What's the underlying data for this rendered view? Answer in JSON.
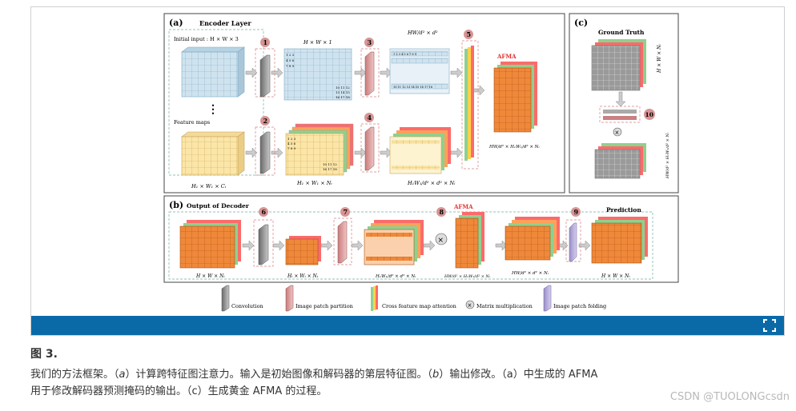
{
  "figure": {
    "panel_a": {
      "tag": "(a)",
      "title": "Encoder Layer",
      "initial_input": "Initial input : H × W × 3",
      "ellipsis": "⋮",
      "feature_maps": "Feature maps",
      "bottom_dim_left": "H₁ × W₁ × Cᵢ",
      "top_mid_dim": "H × W × 1",
      "mid_dim": "H₁ × W₁ × Nᵢ",
      "patch_dim_top": "HW/d² × d²",
      "patch_dim_bottom": "H₁W₁/d² × d² × Nᵢ",
      "afma_label": "AFMA",
      "afma_dim": "HW/d² × H₁W₁/d² × Nᵢ",
      "steps": [
        "1",
        "2",
        "3",
        "4",
        "5"
      ]
    },
    "panel_b": {
      "tag": "(b)",
      "title": "Output of Decoder",
      "left_dim": "H × W × Nᵢ",
      "mid_dim": "Hᵢ × Wᵢ × Nᵢ",
      "patch_dim": "H₁W₁/d² × d² × Nᵢ",
      "afma_label": "AFMA",
      "afma_dim": "HW/d² × H₁W₁/d² × Nᵢ",
      "out_dim": "HW/d² × d² × Nᵢ",
      "prediction": "Prediction",
      "pred_dim": "H × W × Nᵢ",
      "steps": [
        "6",
        "7",
        "8",
        "9"
      ]
    },
    "panel_c": {
      "tag": "(c)",
      "title": "Ground Truth",
      "gt_dim": "H × W × Nᵢ",
      "step": "10",
      "side_dim": "HW/d² × H₁W₁/d² × Nᵢ"
    },
    "legend": {
      "convolution": "Convolution",
      "image_patch_partition": "Image patch partition",
      "cross_feature_map_attention": "Cross feature map attention",
      "matrix_multiplication": "Matrix multiplication",
      "image_patch_folding": "Image patch folding"
    }
  },
  "caption": {
    "label": "图 3.",
    "line1_a": "我们的方法框架。（",
    "line1_b": "a",
    "line1_c": "）计算跨特征图注意力。输入是初始图像和解码器的第层特征图。（",
    "line1_d": "b",
    "line1_e": "）输出修改。（a）中生成的 AFMA",
    "line2": "用于修改解码器预测掩码的输出。（c）生成黄金 AFMA 的过程。"
  },
  "watermark": "CSDN @TUOLONGcsdn",
  "colors": {
    "bar": "#0a6aa8",
    "blue_grid": "#cfe3ef",
    "yellow_grid": "#fbe6a8",
    "orange_grid": "#f0883a",
    "gray_grid": "#9a9a9a",
    "step_circle": "#d79494"
  }
}
